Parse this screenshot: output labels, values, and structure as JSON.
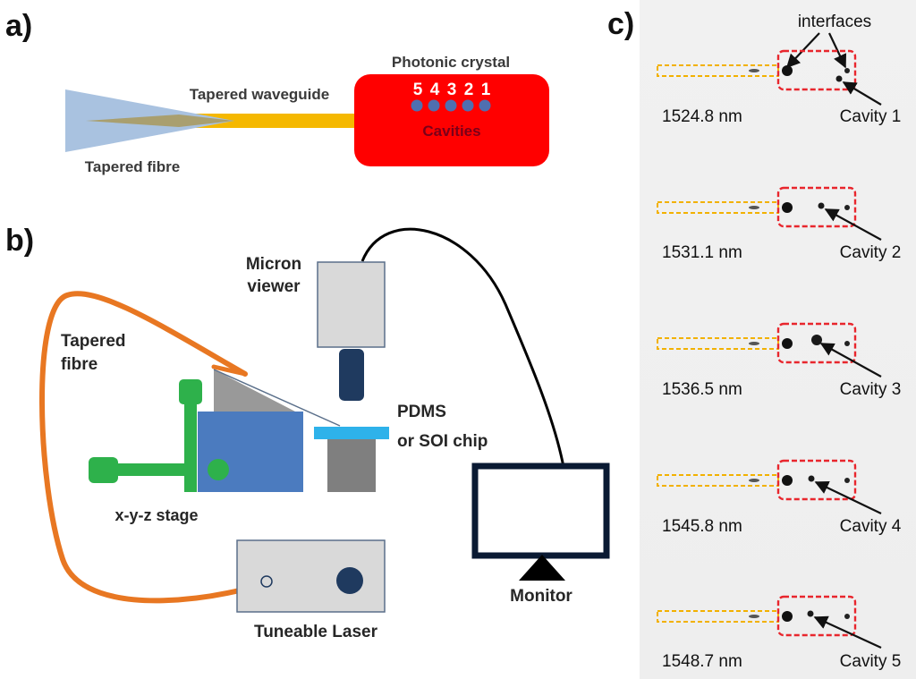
{
  "panel_a": {
    "label": "a)",
    "photonic_crystal": "Photonic crystal",
    "tapered_waveguide": "Tapered waveguide",
    "tapered_fibre": "Tapered fibre",
    "cavities": "Cavities",
    "cavity_numbers": [
      "5",
      "4",
      "3",
      "2",
      "1"
    ]
  },
  "panel_b": {
    "label": "b)",
    "micron_viewer": [
      "Micron",
      "viewer"
    ],
    "tapered_fibre": [
      "Tapered",
      "fibre"
    ],
    "sample": [
      "PDMS",
      "or SOI chip"
    ],
    "stage": "x-y-z stage",
    "laser": "Tuneable Laser",
    "monitor": "Monitor"
  },
  "panel_c": {
    "label": "c)",
    "interfaces": "interfaces",
    "images": [
      {
        "wavelength": "1524.8 nm",
        "cavity": "Cavity 1"
      },
      {
        "wavelength": "1531.1 nm",
        "cavity": "Cavity 2"
      },
      {
        "wavelength": "1536.5 nm",
        "cavity": "Cavity 3"
      },
      {
        "wavelength": "1545.8 nm",
        "cavity": "Cavity 4"
      },
      {
        "wavelength": "1548.7 nm",
        "cavity": "Cavity 5"
      }
    ]
  },
  "colors": {
    "fibre_blue": "#a9c2e0",
    "waveguide_yellow": "#f5b800",
    "crystal_red": "#ff0000",
    "hole_blue": "#4f6fb0",
    "orange_fibre": "#e87722",
    "stage_blue": "#4b7bbf",
    "stage_green": "#2eb14b",
    "chip_cyan": "#2eb2ea",
    "grey_block": "#7f7f7f",
    "viewer_grey": "#d9d9d9",
    "lens_navy": "#1f3a5f",
    "dash_red": "#e8262d",
    "dash_yellow": "#f2b100"
  }
}
